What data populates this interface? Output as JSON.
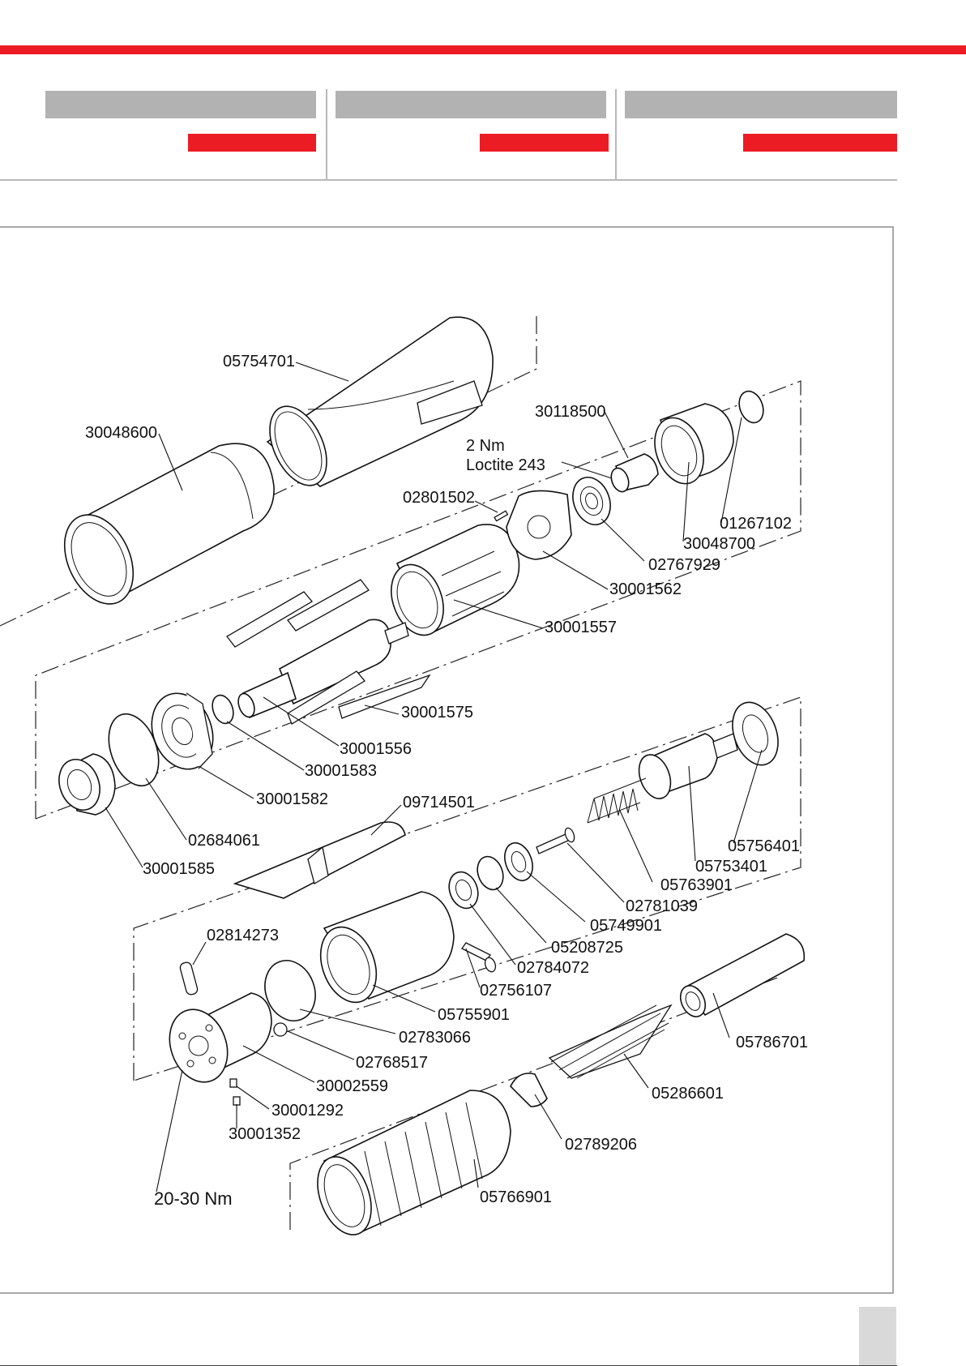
{
  "header": {
    "accent_color": "#ec1c24",
    "header_gray": "#b2b2b2",
    "columns": [
      {
        "title": "",
        "subtitle": ""
      },
      {
        "title": "",
        "subtitle": ""
      },
      {
        "title": "",
        "subtitle": ""
      }
    ]
  },
  "diagram": {
    "callouts": [
      {
        "id": "c1",
        "text": "05754701"
      },
      {
        "id": "c2",
        "text": "30048600"
      },
      {
        "id": "c3",
        "text": "30118500"
      },
      {
        "id": "c4",
        "text": "2 Nm"
      },
      {
        "id": "c5",
        "text": "Loctite 243"
      },
      {
        "id": "c6",
        "text": "02801502"
      },
      {
        "id": "c7",
        "text": "01267102"
      },
      {
        "id": "c8",
        "text": "30048700"
      },
      {
        "id": "c9",
        "text": "02767929"
      },
      {
        "id": "c10",
        "text": "30001562"
      },
      {
        "id": "c11",
        "text": "30001557"
      },
      {
        "id": "c12",
        "text": "30001575"
      },
      {
        "id": "c13",
        "text": "30001556"
      },
      {
        "id": "c14",
        "text": "30001583"
      },
      {
        "id": "c15",
        "text": "30001582"
      },
      {
        "id": "c16",
        "text": "02684061"
      },
      {
        "id": "c17",
        "text": "30001585"
      },
      {
        "id": "c18",
        "text": "09714501"
      },
      {
        "id": "c19",
        "text": "05756401"
      },
      {
        "id": "c20",
        "text": "05753401"
      },
      {
        "id": "c21",
        "text": "05763901"
      },
      {
        "id": "c22",
        "text": "02781039"
      },
      {
        "id": "c23",
        "text": "05749901"
      },
      {
        "id": "c24",
        "text": "05208725"
      },
      {
        "id": "c25",
        "text": "02784072"
      },
      {
        "id": "c26",
        "text": "02756107"
      },
      {
        "id": "c27",
        "text": "05755901"
      },
      {
        "id": "c28",
        "text": "02783066"
      },
      {
        "id": "c29",
        "text": "02768517"
      },
      {
        "id": "c30",
        "text": "30002559"
      },
      {
        "id": "c31",
        "text": "30001292"
      },
      {
        "id": "c32",
        "text": "30001352"
      },
      {
        "id": "c33",
        "text": "02814273"
      },
      {
        "id": "c34",
        "text": "05786701"
      },
      {
        "id": "c35",
        "text": "05286601"
      },
      {
        "id": "c36",
        "text": "02789206"
      },
      {
        "id": "c37",
        "text": "05766901"
      },
      {
        "id": "c38",
        "text": "20-30 Nm"
      }
    ]
  },
  "footer": {
    "page_number": ""
  }
}
